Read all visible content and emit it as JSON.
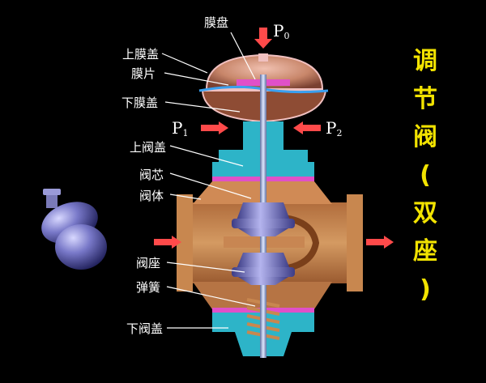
{
  "labels": {
    "diaphragm_plate": "膜盘",
    "upper_diaphragm_cover": "上膜盖",
    "diaphragm": "膜片",
    "lower_diaphragm_cover": "下膜盖",
    "upper_valve_cover": "上阀盖",
    "valve_core": "阀芯",
    "valve_body": "阀体",
    "valve_seat": "阀座",
    "spring": "弹簧",
    "lower_valve_cover": "下阀盖"
  },
  "pressures": {
    "p0": {
      "base": "P",
      "sub": "0"
    },
    "p1": {
      "base": "P",
      "sub": "1"
    },
    "p2": {
      "base": "P",
      "sub": "2"
    }
  },
  "title": [
    "调",
    "节",
    "阀",
    "(",
    "双",
    "座",
    ")"
  ],
  "colors": {
    "background": "#000000",
    "title": "#f2e300",
    "body": "#c8874f",
    "bonnet": "#2db4c8",
    "gasket": "#e050c8",
    "arrow": "#ff4a4a",
    "core": "#8c8cd2"
  }
}
